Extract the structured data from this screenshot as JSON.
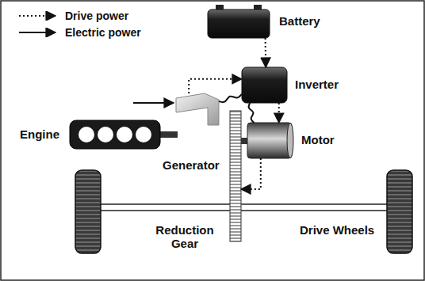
{
  "diagram": {
    "nodes": [
      {
        "text": [
          "Battery"
        ]
      },
      {
        "text": [
          "Inverter"
        ]
      },
      {
        "text": [
          "Motor"
        ]
      },
      {
        "text": [
          "Engine"
        ]
      },
      {
        "text": [
          "Generator"
        ]
      },
      {
        "text": [
          "Reduction Gear"
        ]
      },
      {
        "text": [
          "Drive Wheels"
        ]
      }
    ],
    "edges": [
      {
        "from": 0,
        "to": 1,
        "arrow": "to"
      },
      {
        "from": 4,
        "to": 1,
        "arrow": "to"
      },
      {
        "from": 1,
        "to": 2,
        "arrow": "to"
      },
      {
        "from": 2,
        "to": 5,
        "arrow": "to"
      },
      {
        "from": 4,
        "to": 1,
        "arrow": "none"
      },
      {
        "from": 1,
        "to": 2,
        "arrow": "none"
      }
    ],
    "legend": [
      {
        "text": "Drive power"
      },
      {
        "text": "Electric power"
      }
    ]
  }
}
